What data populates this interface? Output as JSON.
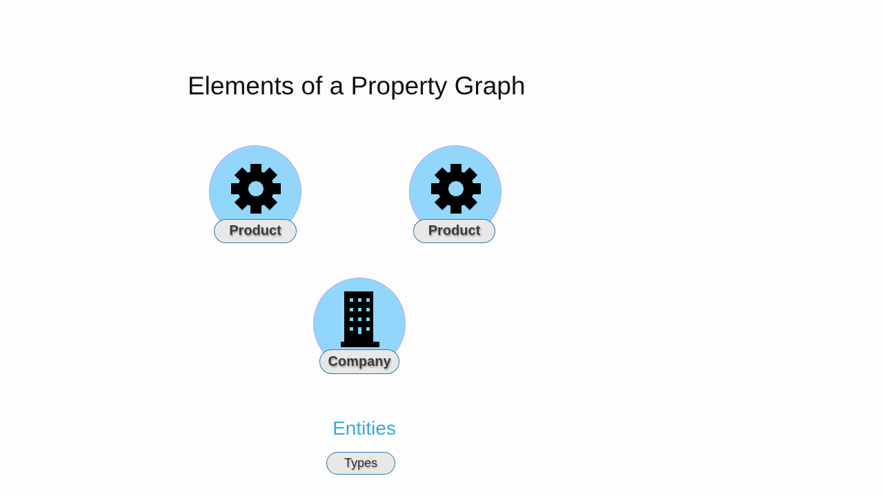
{
  "title": "Elements of a Property Graph",
  "nodes": [
    {
      "label": "Product",
      "icon": "gear-icon"
    },
    {
      "label": "Product",
      "icon": "gear-icon"
    },
    {
      "label": "Company",
      "icon": "building-icon"
    }
  ],
  "legend": {
    "heading": "Entities",
    "types_label": "Types"
  },
  "colors": {
    "node_fill": "#93d6fb",
    "node_border": "#b4a4ec",
    "accent": "#3aa8e0",
    "pill_border": "#2a78a8"
  }
}
